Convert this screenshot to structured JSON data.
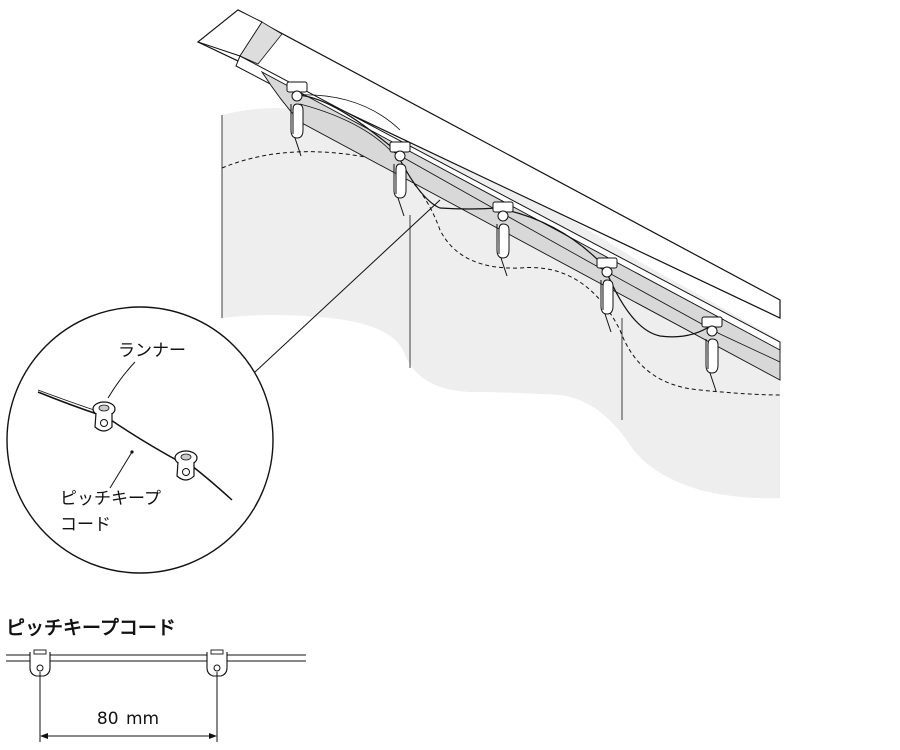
{
  "labels": {
    "runner": "ランナー",
    "cord_line1": "ピッチキープ",
    "cord_line2": "コード"
  },
  "detail": {
    "title": "ピッチキープコード",
    "dimension_value": "80",
    "dimension_unit": "mm"
  },
  "colors": {
    "curtain_fill": "#eeeeee",
    "stroke": "#111111"
  }
}
